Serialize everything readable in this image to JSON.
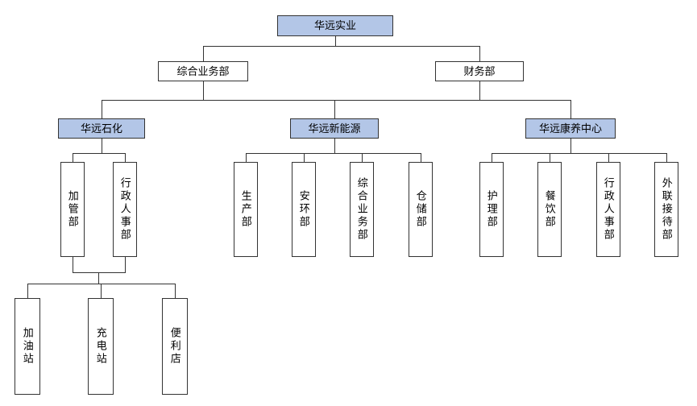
{
  "org": {
    "root": "华远实业",
    "staff": [
      "综合业务部",
      "财务部"
    ],
    "divisions": [
      "华远石化",
      "华远新能源",
      "华远康养中心"
    ],
    "petro_depts": [
      "加管部",
      "行政人事部"
    ],
    "petro_sub": [
      "加油站",
      "充电站",
      "便利店"
    ],
    "energy_depts": [
      "生产部",
      "安环部",
      "综合业务部",
      "仓储部"
    ],
    "wellness_depts": [
      "护理部",
      "餐饮部",
      "行政人事部",
      "外联接待部"
    ]
  },
  "colors": {
    "node_fill": "#b3c6e7",
    "node_border": "#333333",
    "line_color": "#333333",
    "background": "#ffffff"
  }
}
